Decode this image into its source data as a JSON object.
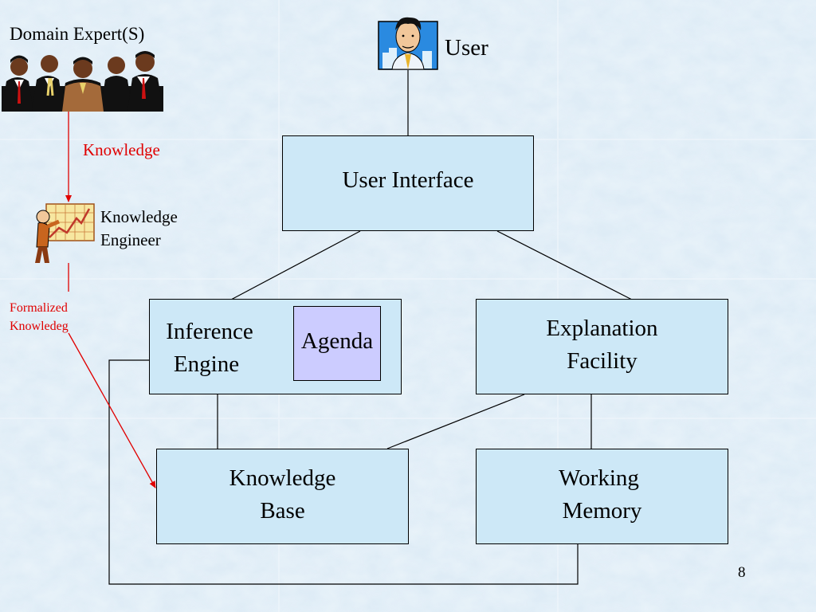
{
  "labels": {
    "domain_expert": "Domain Expert(S)",
    "user": "User",
    "knowledge": "Knowledge",
    "knowledge_engineer_l1": "Knowledge",
    "knowledge_engineer_l2": "Engineer",
    "formalized_l1": "Formalized",
    "formalized_l2": "Knowledeg",
    "page_number": "8"
  },
  "boxes": {
    "user_interface": "User Interface",
    "inference_l1": "Inference",
    "inference_l2": "Engine",
    "agenda": "Agenda",
    "explanation_l1": "Explanation",
    "explanation_l2": "Facility",
    "kb_l1": "Knowledge",
    "kb_l2": "Base",
    "wm_l1": "Working",
    "wm_l2": "Memory"
  },
  "colors": {
    "box_fill": "#cde8f7",
    "agenda_fill": "#ccccff",
    "accent_red": "#e00000",
    "background": "#d7e8f4"
  },
  "icons": [
    "business-people-icon",
    "user-portrait-icon",
    "presenter-chart-icon"
  ]
}
